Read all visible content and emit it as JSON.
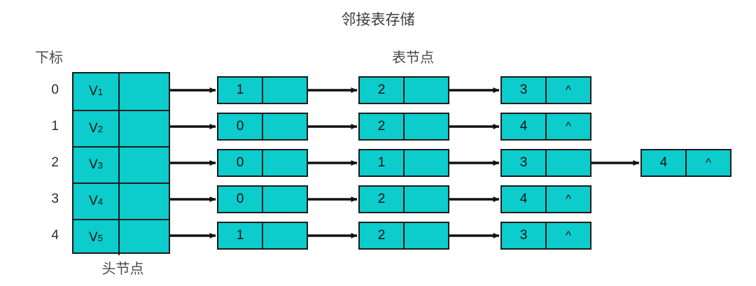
{
  "title": "邻接表存储",
  "labels": {
    "index": "下标",
    "head_node": "头节点",
    "list_node": "表节点",
    "null_mark": "^"
  },
  "colors": {
    "cell_fill": "#0ccccc",
    "border": "#1b1b1b",
    "text": "#101010",
    "label_text": "#4a4a4a",
    "background": "#ffffff"
  },
  "head_array": {
    "rows": [
      {
        "index": "0",
        "vertex": "V",
        "sub": "1"
      },
      {
        "index": "1",
        "vertex": "V",
        "sub": "2"
      },
      {
        "index": "2",
        "vertex": "V",
        "sub": "3"
      },
      {
        "index": "3",
        "vertex": "V",
        "sub": "4"
      },
      {
        "index": "4",
        "vertex": "V",
        "sub": "5"
      }
    ]
  },
  "adjacency_lists": [
    {
      "row": 0,
      "nodes": [
        {
          "value": "1",
          "next": ""
        },
        {
          "value": "2",
          "next": ""
        },
        {
          "value": "3",
          "next": "^"
        }
      ]
    },
    {
      "row": 1,
      "nodes": [
        {
          "value": "0",
          "next": ""
        },
        {
          "value": "2",
          "next": ""
        },
        {
          "value": "4",
          "next": "^"
        }
      ]
    },
    {
      "row": 2,
      "nodes": [
        {
          "value": "0",
          "next": ""
        },
        {
          "value": "1",
          "next": ""
        },
        {
          "value": "3",
          "next": ""
        },
        {
          "value": "4",
          "next": "^"
        }
      ]
    },
    {
      "row": 3,
      "nodes": [
        {
          "value": "0",
          "next": ""
        },
        {
          "value": "2",
          "next": ""
        },
        {
          "value": "4",
          "next": "^"
        }
      ]
    },
    {
      "row": 4,
      "nodes": [
        {
          "value": "1",
          "next": ""
        },
        {
          "value": "2",
          "next": ""
        },
        {
          "value": "3",
          "next": "^"
        }
      ]
    }
  ]
}
